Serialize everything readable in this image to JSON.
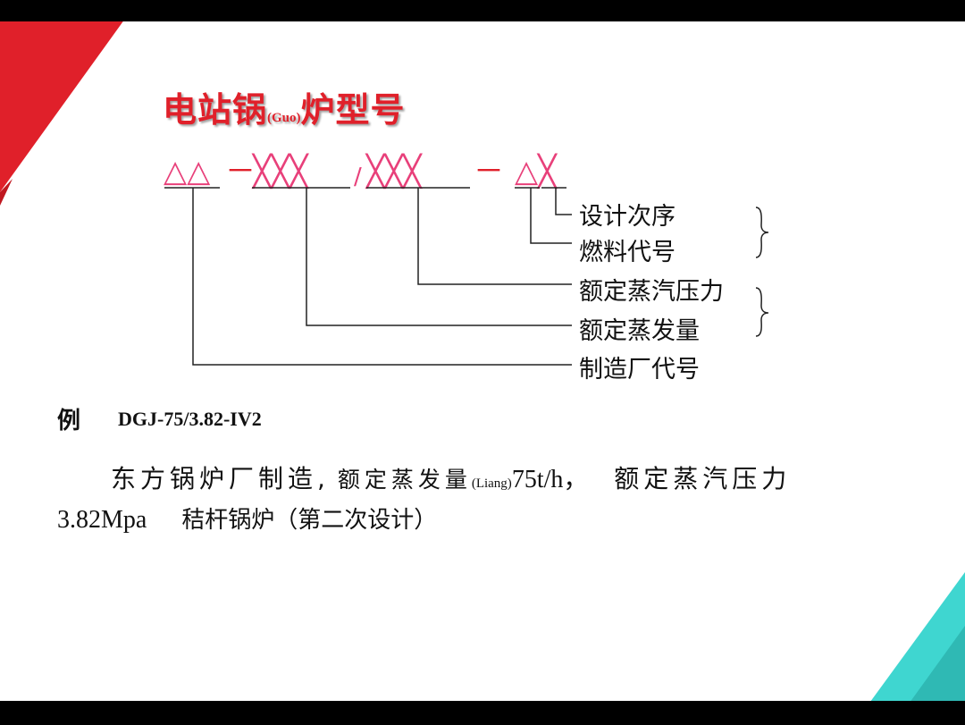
{
  "title": {
    "main_pre": "电站锅",
    "small": "(Guo)",
    "main_post": "炉型号"
  },
  "model_code": {
    "part1": "△△",
    "dash1": "－",
    "part2": "╳╳╳",
    "slash": "/",
    "part3": "╳╳╳",
    "dash2": "－",
    "part4": "△╳"
  },
  "legend": [
    "设计次序",
    "燃料代号",
    "额定蒸汽压力",
    "额定蒸发量",
    "制造厂代号"
  ],
  "example": {
    "label": "例",
    "code": "DGJ-75/3.82-IV2",
    "line1_a": "东方锅炉厂制造,",
    "line1_b": "额定蒸发量",
    "line1_small": "(Liang)",
    "line1_c": "75t/h，",
    "line1_d": "额定蒸汽压力",
    "line2_a": "3.82Mpa",
    "line2_b": "秸杆锅炉（第二次设计）"
  },
  "colors": {
    "accent_red": "#e0202a",
    "code_pink": "#e8407a",
    "accent_cyan": "#3fd6d0"
  }
}
